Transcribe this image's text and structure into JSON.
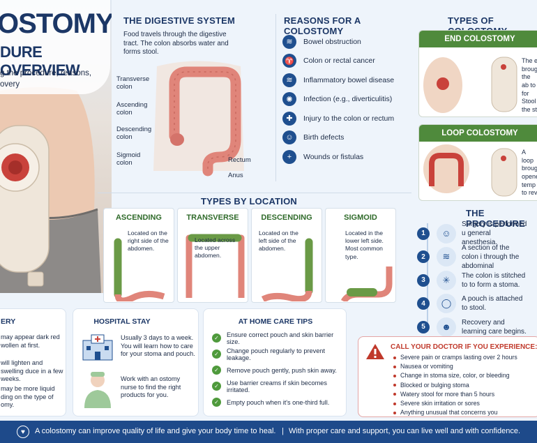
{
  "hero": {
    "title": "OSTOMY",
    "subtitle": "DURE OVERVIEW",
    "description": "g the procedure, reasons, overy"
  },
  "digestive": {
    "title": "THE DIGESTIVE SYSTEM",
    "description": "Food travels through the digestive tract. The colon absorbs water and forms stool.",
    "labels": {
      "transverse": "Transverse colon",
      "ascending": "Ascending colon",
      "descending": "Descending colon",
      "sigmoid": "Sigmoid colon",
      "rectum": "Rectum",
      "anus": "Anus"
    }
  },
  "reasons": {
    "title": "REASONS FOR A COLOSTOMY",
    "items": [
      {
        "label": "Bowel obstruction",
        "icon": "intestine-icon"
      },
      {
        "label": "Colon or rectal cancer",
        "icon": "ribbon-icon"
      },
      {
        "label": "Inflammatory bowel disease",
        "icon": "intestine-icon"
      },
      {
        "label": "Infection (e.g., diverticulitis)",
        "icon": "virus-icon"
      },
      {
        "label": "Injury to the colon or rectum",
        "icon": "shield-plus-icon"
      },
      {
        "label": "Birth defects",
        "icon": "baby-icon"
      },
      {
        "label": "Wounds or fistulas",
        "icon": "plus-icon"
      }
    ]
  },
  "types": {
    "title": "TYPES OF COLOSTOMY",
    "end": {
      "label": "END COLOSTOMY",
      "text": "The e brougl the ab to for Stool the st"
    },
    "loop": {
      "label": "LOOP COLOSTOMY",
      "text": "A loop brougl opene temp to rev"
    }
  },
  "location": {
    "title": "TYPES BY LOCATION",
    "cards": [
      {
        "title": "ASCENDING",
        "text": "Located on the right side of the abdomen."
      },
      {
        "title": "TRANSVERSE",
        "text": "Located across the upper abdomen."
      },
      {
        "title": "DESCENDING",
        "text": "Located on the left side of the abdomen."
      },
      {
        "title": "SIGMOID",
        "text": "Located in the lower left side. Most common type."
      }
    ]
  },
  "procedure": {
    "title": "THE PROCEDURE",
    "steps": [
      {
        "num": "1",
        "text": "Surgery is performed u general anesthesia.",
        "icon": "surgeon-icon"
      },
      {
        "num": "2",
        "text": "A section of the colon i through the abdominal",
        "icon": "intestine-icon"
      },
      {
        "num": "3",
        "text": "The colon is stitched to to form a stoma.",
        "icon": "stitch-icon"
      },
      {
        "num": "4",
        "text": "A pouch is attached to stool.",
        "icon": "pouch-icon"
      },
      {
        "num": "5",
        "text": "Recovery and learning care begins.",
        "icon": "nurse-icon"
      }
    ]
  },
  "recovery": {
    "title": "ERY",
    "items": [
      "may appear dark red wollen at first.",
      "will lighten and swelling duce in a few weeks.",
      "may be more liquid ding on the type of omy."
    ]
  },
  "hospital": {
    "title": "HOSPITAL STAY",
    "item1": "Usually 3 days to a week. You will learn how to care for your stoma and pouch.",
    "item2": "Work with an ostomy nurse to find the right products for you."
  },
  "home": {
    "title": "AT HOME CARE TIPS",
    "tips": [
      "Ensure correct pouch and skin barrier size.",
      "Change pouch regularly to prevent leakage.",
      "Remove pouch gently, push skin away.",
      "Use barrier creams if skin becomes irritated.",
      "Empty pouch when it's one-third full."
    ]
  },
  "warning": {
    "title": "CALL YOUR DOCTOR IF YOU EXPERIENCE:",
    "items": [
      "Severe pain or cramps lasting over 2 hours",
      "Nausea or vomiting",
      "Change in stoma size, color, or bleeding",
      "Blocked or bulging stoma",
      "Watery stool for more than 5 hours",
      "Severe skin irritation or sores",
      "Anything unusual that concerns you"
    ]
  },
  "footer": {
    "left": "A colostomy can improve quality of life and give your body time to heal.",
    "divider": "|",
    "right": "With proper care and support, you can live well and with confidence."
  },
  "colors": {
    "navy": "#1c3766",
    "accent_blue": "#1f4f8f",
    "green": "#4f8a3c",
    "colon_pink": "#e0857a",
    "stoma_red": "#c9423b",
    "warning_red": "#c0392b"
  }
}
